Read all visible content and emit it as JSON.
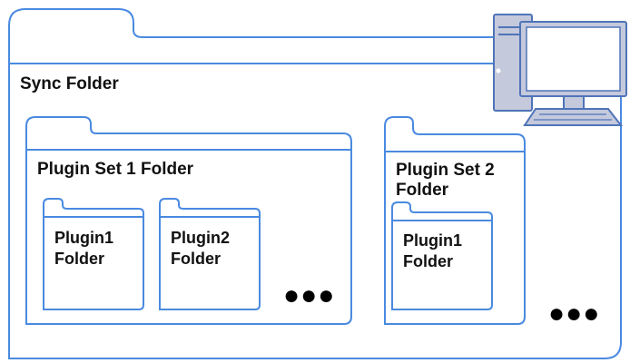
{
  "colors": {
    "folder_stroke": "#4a8ae0",
    "computer_fill": "#c4c9dc",
    "computer_stroke": "#4f74b8",
    "text": "#111111"
  },
  "sync_folder": {
    "label": "Sync Folder"
  },
  "plugin_set_1": {
    "label": "Plugin Set 1 Folder",
    "folders": [
      {
        "label_line1": "Plugin1",
        "label_line2": "Folder"
      },
      {
        "label_line1": "Plugin2",
        "label_line2": "Folder"
      }
    ],
    "more": "●●●"
  },
  "plugin_set_2": {
    "label_line1": "Plugin Set 2",
    "label_line2": "Folder",
    "folders": [
      {
        "label_line1": "Plugin1",
        "label_line2": "Folder"
      }
    ]
  },
  "more_sets": "●●●",
  "icons": {
    "computer": "desktop-computer-icon"
  }
}
